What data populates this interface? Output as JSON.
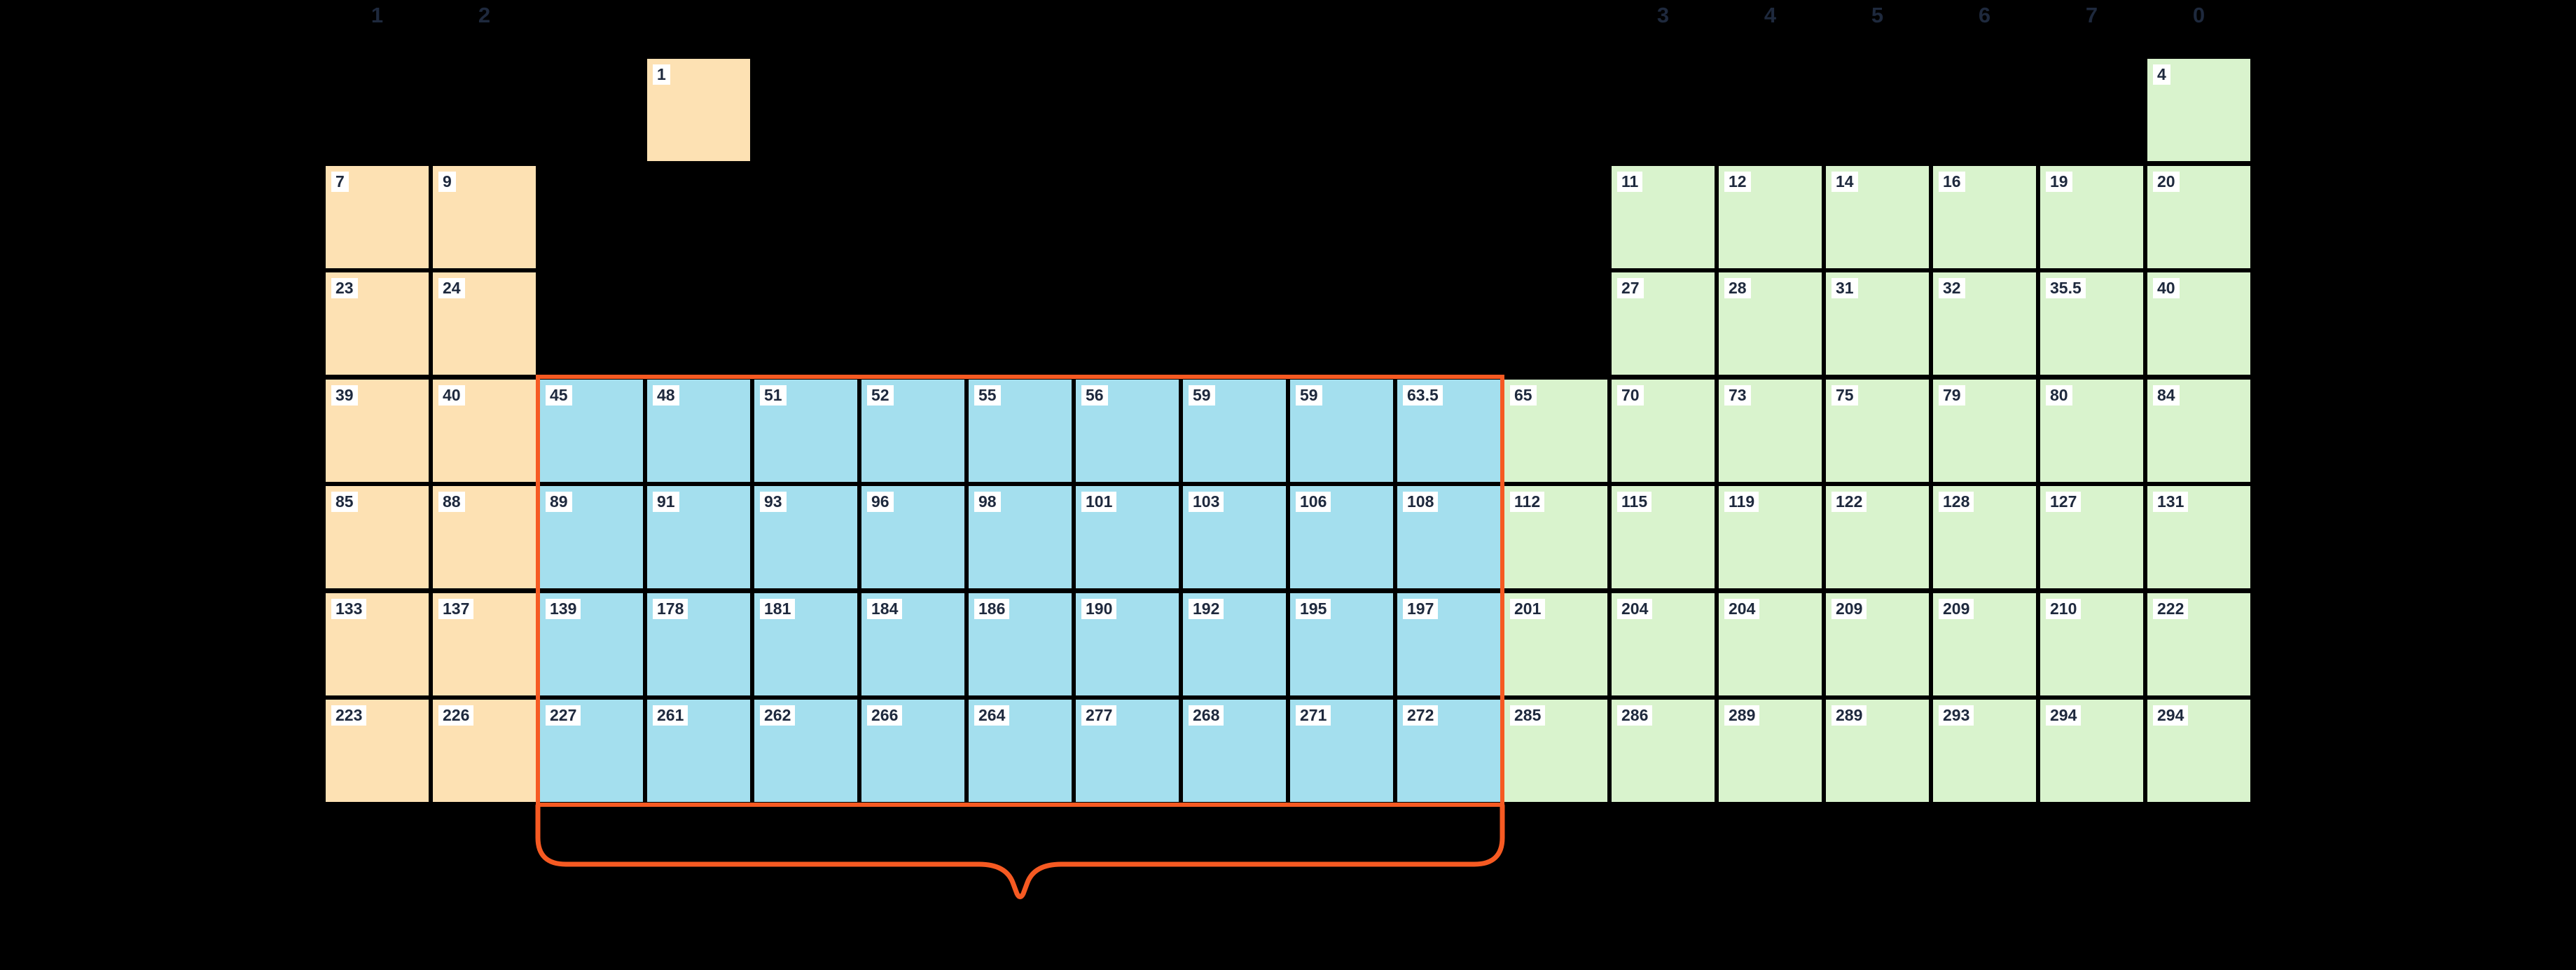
{
  "colors": {
    "background": "#000000",
    "s_block": "#FDE1B3",
    "transition_block": "#A4DFEE",
    "p_block": "#D9F3CD",
    "highlight_orange": "#F65A22",
    "chip_bg": "#FFFFFF",
    "number_text": "#1E293D"
  },
  "group_headers": [
    {
      "label": "1",
      "col": 1
    },
    {
      "label": "2",
      "col": 2
    },
    {
      "label": "3",
      "col": 13
    },
    {
      "label": "4",
      "col": 14
    },
    {
      "label": "5",
      "col": 15
    },
    {
      "label": "6",
      "col": 16
    },
    {
      "label": "7",
      "col": 17
    },
    {
      "label": "0",
      "col": 18
    }
  ],
  "rows": [
    {
      "row": 1,
      "cells": [
        {
          "c": 4,
          "v": "1",
          "b": "s"
        },
        {
          "c": 18,
          "v": "4",
          "b": "p"
        }
      ]
    },
    {
      "row": 2,
      "cells": [
        {
          "c": 1,
          "v": "7",
          "b": "s"
        },
        {
          "c": 2,
          "v": "9",
          "b": "s"
        },
        {
          "c": 13,
          "v": "11",
          "b": "p"
        },
        {
          "c": 14,
          "v": "12",
          "b": "p"
        },
        {
          "c": 15,
          "v": "14",
          "b": "p"
        },
        {
          "c": 16,
          "v": "16",
          "b": "p"
        },
        {
          "c": 17,
          "v": "19",
          "b": "p"
        },
        {
          "c": 18,
          "v": "20",
          "b": "p"
        }
      ]
    },
    {
      "row": 3,
      "cells": [
        {
          "c": 1,
          "v": "23",
          "b": "s"
        },
        {
          "c": 2,
          "v": "24",
          "b": "s"
        },
        {
          "c": 13,
          "v": "27",
          "b": "p"
        },
        {
          "c": 14,
          "v": "28",
          "b": "p"
        },
        {
          "c": 15,
          "v": "31",
          "b": "p"
        },
        {
          "c": 16,
          "v": "32",
          "b": "p"
        },
        {
          "c": 17,
          "v": "35.5",
          "b": "p"
        },
        {
          "c": 18,
          "v": "40",
          "b": "p"
        }
      ]
    },
    {
      "row": 4,
      "cells": [
        {
          "c": 1,
          "v": "39",
          "b": "s"
        },
        {
          "c": 2,
          "v": "40",
          "b": "s"
        },
        {
          "c": 3,
          "v": "45",
          "b": "t"
        },
        {
          "c": 4,
          "v": "48",
          "b": "t"
        },
        {
          "c": 5,
          "v": "51",
          "b": "t"
        },
        {
          "c": 6,
          "v": "52",
          "b": "t"
        },
        {
          "c": 7,
          "v": "55",
          "b": "t"
        },
        {
          "c": 8,
          "v": "56",
          "b": "t"
        },
        {
          "c": 9,
          "v": "59",
          "b": "t"
        },
        {
          "c": 10,
          "v": "59",
          "b": "t"
        },
        {
          "c": 11,
          "v": "63.5",
          "b": "t"
        },
        {
          "c": 12,
          "v": "65",
          "b": "p"
        },
        {
          "c": 13,
          "v": "70",
          "b": "p"
        },
        {
          "c": 14,
          "v": "73",
          "b": "p"
        },
        {
          "c": 15,
          "v": "75",
          "b": "p"
        },
        {
          "c": 16,
          "v": "79",
          "b": "p"
        },
        {
          "c": 17,
          "v": "80",
          "b": "p"
        },
        {
          "c": 18,
          "v": "84",
          "b": "p"
        }
      ]
    },
    {
      "row": 5,
      "cells": [
        {
          "c": 1,
          "v": "85",
          "b": "s"
        },
        {
          "c": 2,
          "v": "88",
          "b": "s"
        },
        {
          "c": 3,
          "v": "89",
          "b": "t"
        },
        {
          "c": 4,
          "v": "91",
          "b": "t"
        },
        {
          "c": 5,
          "v": "93",
          "b": "t"
        },
        {
          "c": 6,
          "v": "96",
          "b": "t"
        },
        {
          "c": 7,
          "v": "98",
          "b": "t"
        },
        {
          "c": 8,
          "v": "101",
          "b": "t"
        },
        {
          "c": 9,
          "v": "103",
          "b": "t"
        },
        {
          "c": 10,
          "v": "106",
          "b": "t"
        },
        {
          "c": 11,
          "v": "108",
          "b": "t"
        },
        {
          "c": 12,
          "v": "112",
          "b": "p"
        },
        {
          "c": 13,
          "v": "115",
          "b": "p"
        },
        {
          "c": 14,
          "v": "119",
          "b": "p"
        },
        {
          "c": 15,
          "v": "122",
          "b": "p"
        },
        {
          "c": 16,
          "v": "128",
          "b": "p"
        },
        {
          "c": 17,
          "v": "127",
          "b": "p"
        },
        {
          "c": 18,
          "v": "131",
          "b": "p"
        }
      ]
    },
    {
      "row": 6,
      "cells": [
        {
          "c": 1,
          "v": "133",
          "b": "s"
        },
        {
          "c": 2,
          "v": "137",
          "b": "s"
        },
        {
          "c": 3,
          "v": "139",
          "b": "t"
        },
        {
          "c": 4,
          "v": "178",
          "b": "t"
        },
        {
          "c": 5,
          "v": "181",
          "b": "t"
        },
        {
          "c": 6,
          "v": "184",
          "b": "t"
        },
        {
          "c": 7,
          "v": "186",
          "b": "t"
        },
        {
          "c": 8,
          "v": "190",
          "b": "t"
        },
        {
          "c": 9,
          "v": "192",
          "b": "t"
        },
        {
          "c": 10,
          "v": "195",
          "b": "t"
        },
        {
          "c": 11,
          "v": "197",
          "b": "t"
        },
        {
          "c": 12,
          "v": "201",
          "b": "p"
        },
        {
          "c": 13,
          "v": "204",
          "b": "p"
        },
        {
          "c": 14,
          "v": "204",
          "b": "p"
        },
        {
          "c": 15,
          "v": "209",
          "b": "p"
        },
        {
          "c": 16,
          "v": "209",
          "b": "p"
        },
        {
          "c": 17,
          "v": "210",
          "b": "p"
        },
        {
          "c": 18,
          "v": "222",
          "b": "p"
        }
      ]
    },
    {
      "row": 7,
      "cells": [
        {
          "c": 1,
          "v": "223",
          "b": "s"
        },
        {
          "c": 2,
          "v": "226",
          "b": "s"
        },
        {
          "c": 3,
          "v": "227",
          "b": "t"
        },
        {
          "c": 4,
          "v": "261",
          "b": "t"
        },
        {
          "c": 5,
          "v": "262",
          "b": "t"
        },
        {
          "c": 6,
          "v": "266",
          "b": "t"
        },
        {
          "c": 7,
          "v": "264",
          "b": "t"
        },
        {
          "c": 8,
          "v": "277",
          "b": "t"
        },
        {
          "c": 9,
          "v": "268",
          "b": "t"
        },
        {
          "c": 10,
          "v": "271",
          "b": "t"
        },
        {
          "c": 11,
          "v": "272",
          "b": "t"
        },
        {
          "c": 12,
          "v": "285",
          "b": "p"
        },
        {
          "c": 13,
          "v": "286",
          "b": "p"
        },
        {
          "c": 14,
          "v": "289",
          "b": "p"
        },
        {
          "c": 15,
          "v": "289",
          "b": "p"
        },
        {
          "c": 16,
          "v": "293",
          "b": "p"
        },
        {
          "c": 17,
          "v": "294",
          "b": "p"
        },
        {
          "c": 18,
          "v": "294",
          "b": "p"
        }
      ]
    }
  ],
  "annotations": {
    "transition_outline": "orange rectangle around transition metal block",
    "brace": "orange curly brace under transition metal block"
  }
}
